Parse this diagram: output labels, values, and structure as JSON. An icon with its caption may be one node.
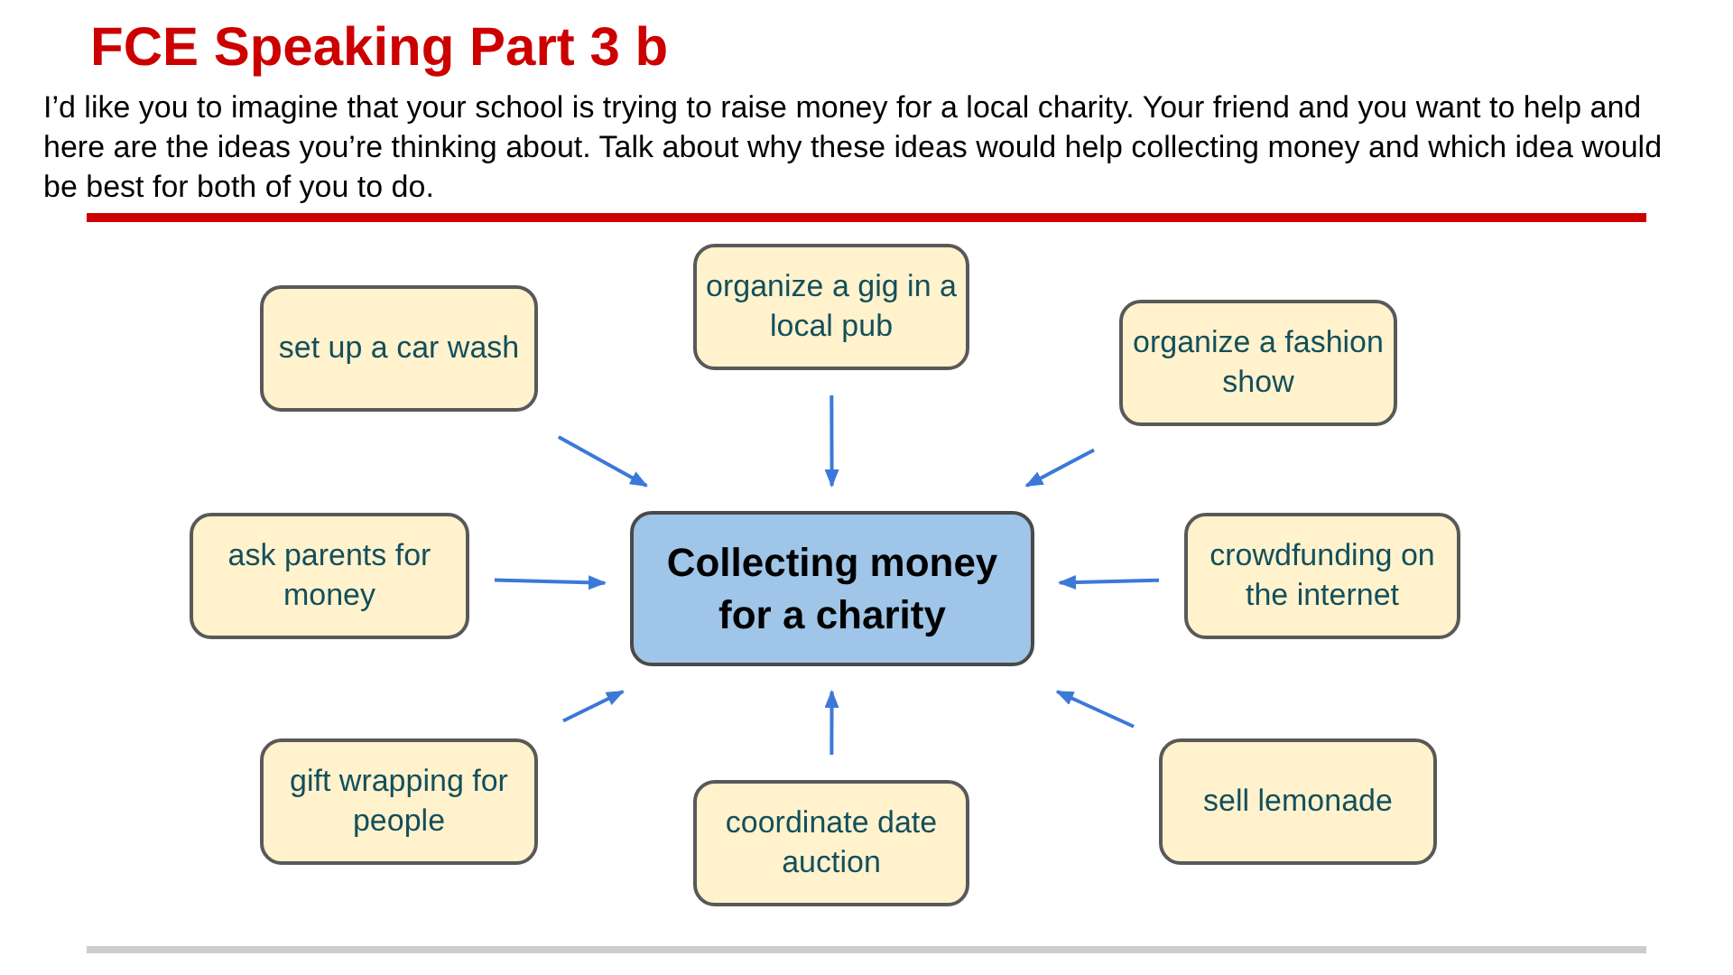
{
  "diagram": {
    "title": "FCE Speaking Part 3 b",
    "nodes": [
      {
        "text": [
          "Collecting money for a charity"
        ]
      },
      {
        "text": [
          "set up a car wash"
        ]
      },
      {
        "text": [
          "organize a gig in a local pub"
        ]
      },
      {
        "text": [
          "organize a fashion show"
        ]
      },
      {
        "text": [
          "ask parents for money"
        ]
      },
      {
        "text": [
          "crowdfunding on the internet"
        ]
      },
      {
        "text": [
          "gift wrapping for people"
        ]
      },
      {
        "text": [
          "coordinate date auction"
        ]
      },
      {
        "text": [
          "sell lemonade"
        ]
      }
    ],
    "edges": [
      {
        "from": 1,
        "to": 0,
        "arrow": "to"
      },
      {
        "from": 2,
        "to": 0,
        "arrow": "to"
      },
      {
        "from": 3,
        "to": 0,
        "arrow": "to"
      },
      {
        "from": 4,
        "to": 0,
        "arrow": "to"
      },
      {
        "from": 5,
        "to": 0,
        "arrow": "to"
      },
      {
        "from": 6,
        "to": 0,
        "arrow": "to"
      },
      {
        "from": 7,
        "to": 0,
        "arrow": "to"
      },
      {
        "from": 8,
        "to": 0,
        "arrow": "to"
      }
    ],
    "labels": [
      "I’d like you to imagine that your school is trying to raise money for a local charity. Your friend and you want to help and here are the ideas you’re thinking about. Talk about why these ideas would help collecting money and which idea would be best for both of you to do."
    ]
  }
}
